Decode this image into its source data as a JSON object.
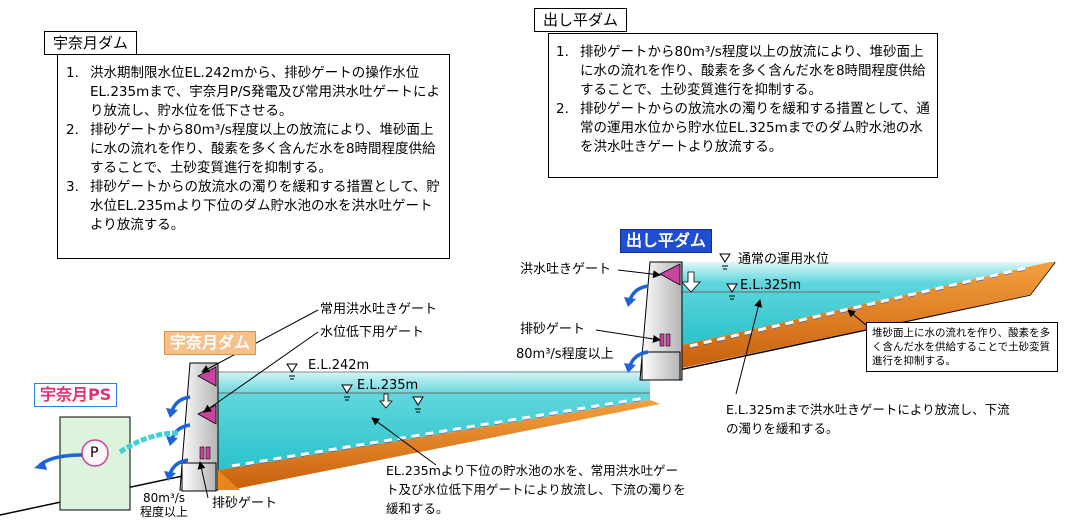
{
  "box_unazuki": {
    "title": "宇奈月ダム",
    "items": [
      {
        "num": "1.",
        "text": "洪水期制限水位EL.242mから、排砂ゲートの操作水位EL.235mまで、宇奈月P/S発電及び常用洪水吐ゲートにより放流し、貯水位を低下させる。"
      },
      {
        "num": "2.",
        "text": "排砂ゲートから80m³/s程度以上の放流により、堆砂面上に水の流れを作り、酸素を多く含んだ水を8時間程度供給することで、土砂変質進行を抑制する。"
      },
      {
        "num": "3.",
        "text": "排砂ゲートからの放流水の濁りを緩和する措置として、貯水位EL.235mより下位のダム貯水池の水を洪水吐ゲートより放流する。"
      }
    ]
  },
  "box_dashidaira": {
    "title": "出し平ダム",
    "items": [
      {
        "num": "1.",
        "text": "排砂ゲートから80m³/s程度以上の放流により、堆砂面上に水の流れを作り、酸素を多く含んだ水を8時間程度供給することで、土砂変質進行を抑制する。"
      },
      {
        "num": "2.",
        "text": "排砂ゲートからの放流水の濁りを緩和する措置として、通常の運用水位から貯水位EL.325mまでのダム貯水池の水を洪水吐きゲートより放流する。"
      }
    ]
  },
  "diagram": {
    "tag_unazuki_dam": "宇奈月ダム",
    "tag_dashidaira_dam": "出し平ダム",
    "tag_unazuki_ps": "宇奈月PS",
    "pump_label": "P",
    "u_gate_flood": "常用洪水吐きゲート",
    "u_gate_lowering": "水位低下用ゲート",
    "u_gate_sediment": "排砂ゲート",
    "u_el_242": "E.L.242m",
    "u_el_235": "E.L.235m",
    "u_flow_line1": "80m³/s",
    "u_flow_line2": "程度以上",
    "d_gate_flood": "洪水吐きゲート",
    "d_gate_sediment": "排砂ゲート",
    "d_flow": "80m³/s程度以上",
    "d_normal_level": "通常の運用水位",
    "d_el_325": "E.L.325m",
    "note_bottom": "EL.235mより下位の貯水池の水を、常用洪水吐ゲート及び水位低下用ゲートにより放流し、下流の濁りを緩和する。",
    "note_mid": "E.L.325mまで洪水吐きゲートにより放流し、下流の濁りを緩和する。",
    "note_box": "堆砂面上に水の流れを作り、酸素を多く含んだ水を供給することで土砂変質進行を抑制する。"
  },
  "colors": {
    "water": "#40d0d8",
    "sediment": "#e8861c",
    "gate": "#c8449e",
    "arrow": "#1e64d8"
  }
}
